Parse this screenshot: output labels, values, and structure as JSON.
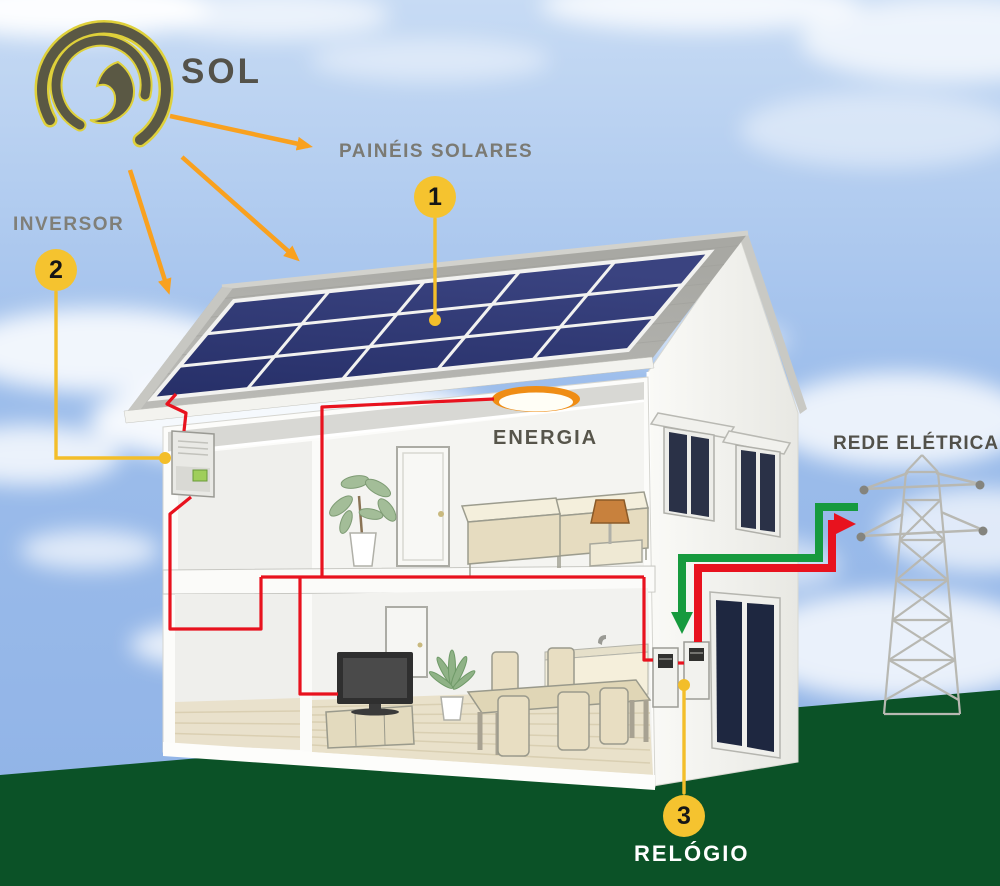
{
  "diagram": {
    "subject": "residential-solar-energy-system",
    "logo": {
      "label": "SOL",
      "icon": "sun-swirl-logo"
    },
    "labels": {
      "sol": "SOL",
      "paineis_solares": "PAINÉIS SOLARES",
      "inversor": "INVERSOR",
      "energia": "ENERGIA",
      "rede_eletrica": "REDE ELÉTRICA",
      "relogio": "RELÓGIO"
    },
    "badges": {
      "paineis_solares": "1",
      "inversor": "2",
      "relogio": "3"
    },
    "colors": {
      "badge_yellow": "#F5C32F",
      "sun_ray_orange": "#F9A11F",
      "wire_red": "#E8121E",
      "arrow_green": "#169A3E",
      "arrow_red": "#E8121E",
      "grass_green": "#0B5227",
      "sky_blue": "#9DBCEA",
      "solar_panel_blue": "#2B3368",
      "roof_gray": "#B3B3AF",
      "label_gray": "#7B7A73",
      "label_dark": "#55544A",
      "relogio_text_white": "#FFFFFF"
    }
  }
}
